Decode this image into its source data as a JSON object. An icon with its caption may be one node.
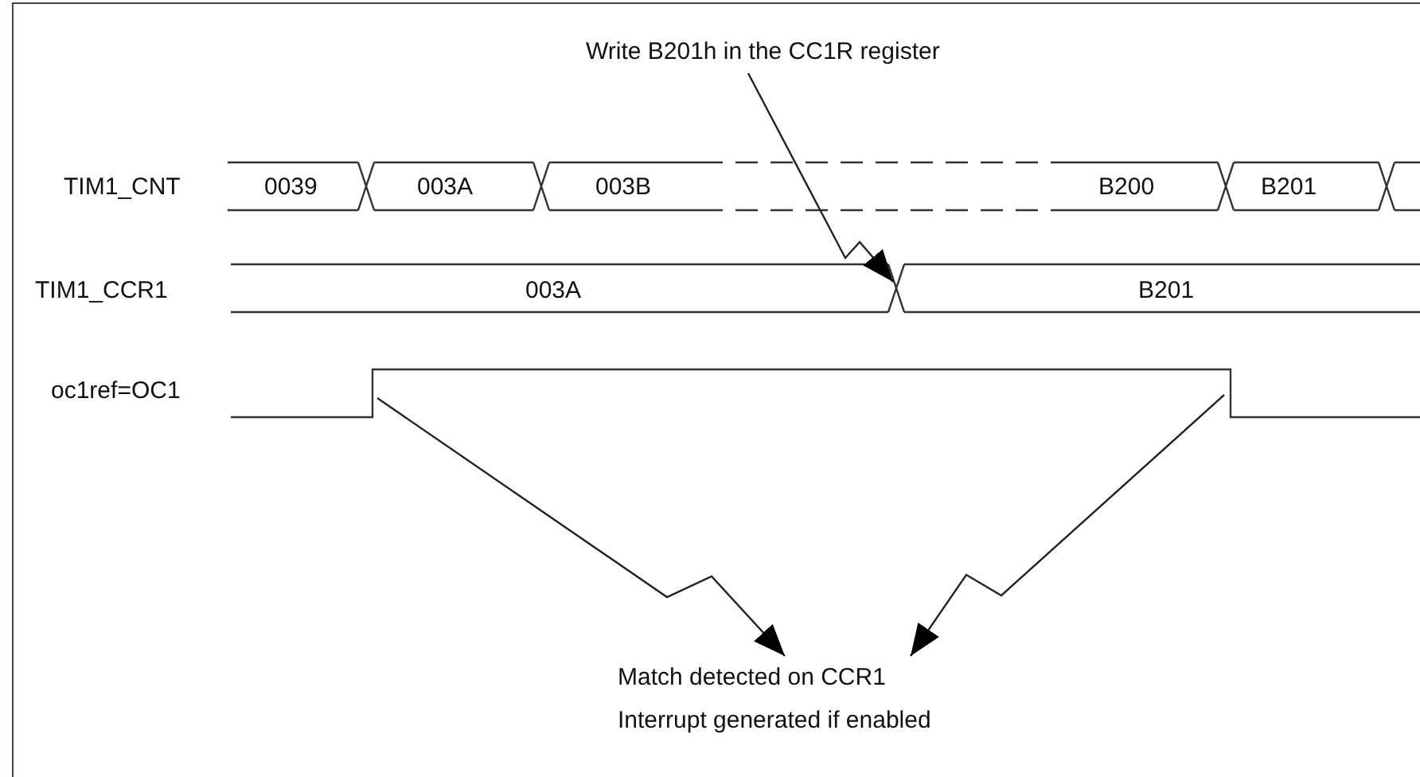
{
  "diagram": {
    "nodes": [
      {
        "text": [
          "Write B201h in the CC1R register"
        ]
      },
      {
        "text": [
          "Match detected on CCR1",
          "Interrupt generated if enabled"
        ]
      }
    ],
    "edges": [
      {
        "from": 0,
        "to": null,
        "arrow": "to"
      },
      {
        "from": null,
        "to": 1,
        "arrow": "to"
      },
      {
        "from": null,
        "to": 1,
        "arrow": "to"
      }
    ],
    "labels": [
      "TIM1_CNT",
      "0039",
      "003A",
      "003B",
      "B200",
      "B201",
      "TIM1_CCR1",
      "003A",
      "B201",
      "oc1ref=OC1"
    ]
  }
}
